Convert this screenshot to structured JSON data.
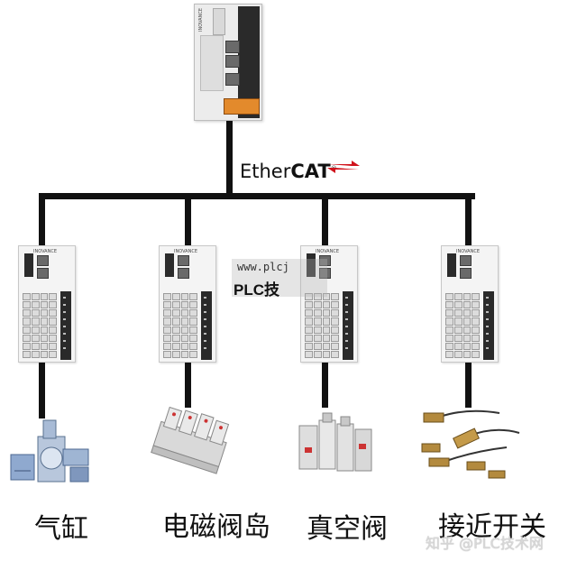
{
  "network": {
    "protocol_prefix": "Ether",
    "protocol_suffix": "CAT",
    "registered_mark": "®"
  },
  "controller": {
    "brand": "INOVANCE"
  },
  "modules": [
    {
      "brand": "INOVANCE",
      "device_label": "气缸"
    },
    {
      "brand": "INOVANCE",
      "device_label": "电磁阀岛"
    },
    {
      "brand": "INOVANCE",
      "device_label": "真空阀"
    },
    {
      "brand": "INOVANCE",
      "device_label": "接近开关"
    }
  ],
  "watermark": {
    "line1": "www.plcj",
    "line2": "PLC技"
  },
  "credit": "知乎 @PLC技术网",
  "colors": {
    "bus_line": "#111111",
    "ethercat_arrow_red": "#d0121b",
    "module_body": "#f4f4f4",
    "terminal_strip": "#2a2a2a"
  }
}
